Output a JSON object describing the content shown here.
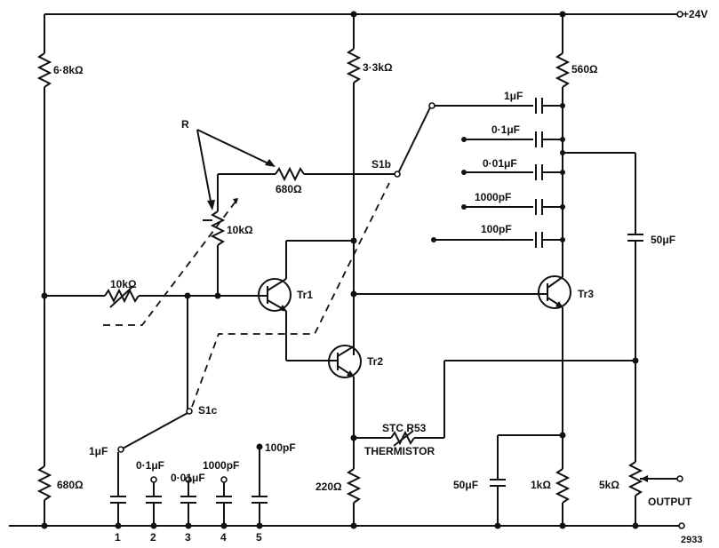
{
  "supply": {
    "label": "+24V"
  },
  "figure_number": "2933",
  "resistors": {
    "r_68k": "6·8kΩ",
    "r_33k": "3·3kΩ",
    "r_560": "560Ω",
    "r_680_top": "680Ω",
    "r_10k_vert": "10kΩ",
    "r_10k_horiz": "10kΩ",
    "r_680_bottom": "680Ω",
    "r_220": "220Ω",
    "r_1k": "1kΩ",
    "r_5k": "5kΩ"
  },
  "annotation_R": "R",
  "switches": {
    "s1b": "S1b",
    "s1c": "S1c"
  },
  "transistors": {
    "tr1": "Tr1",
    "tr2": "Tr2",
    "tr3": "Tr3"
  },
  "caps_right": [
    "1μF",
    "0·1μF",
    "0·01μF",
    "1000pF",
    "100pF"
  ],
  "cap_50uF_right": "50μF",
  "cap_50uF_bottom": "50μF",
  "caps_bottom": [
    "1μF",
    "0·1μF",
    "0·01μF",
    "1000pF",
    "100pF"
  ],
  "positions": [
    "1",
    "2",
    "3",
    "4",
    "5"
  ],
  "thermistor": {
    "line1": "STC R53",
    "line2": "THERMISTOR"
  },
  "output_label": "OUTPUT"
}
